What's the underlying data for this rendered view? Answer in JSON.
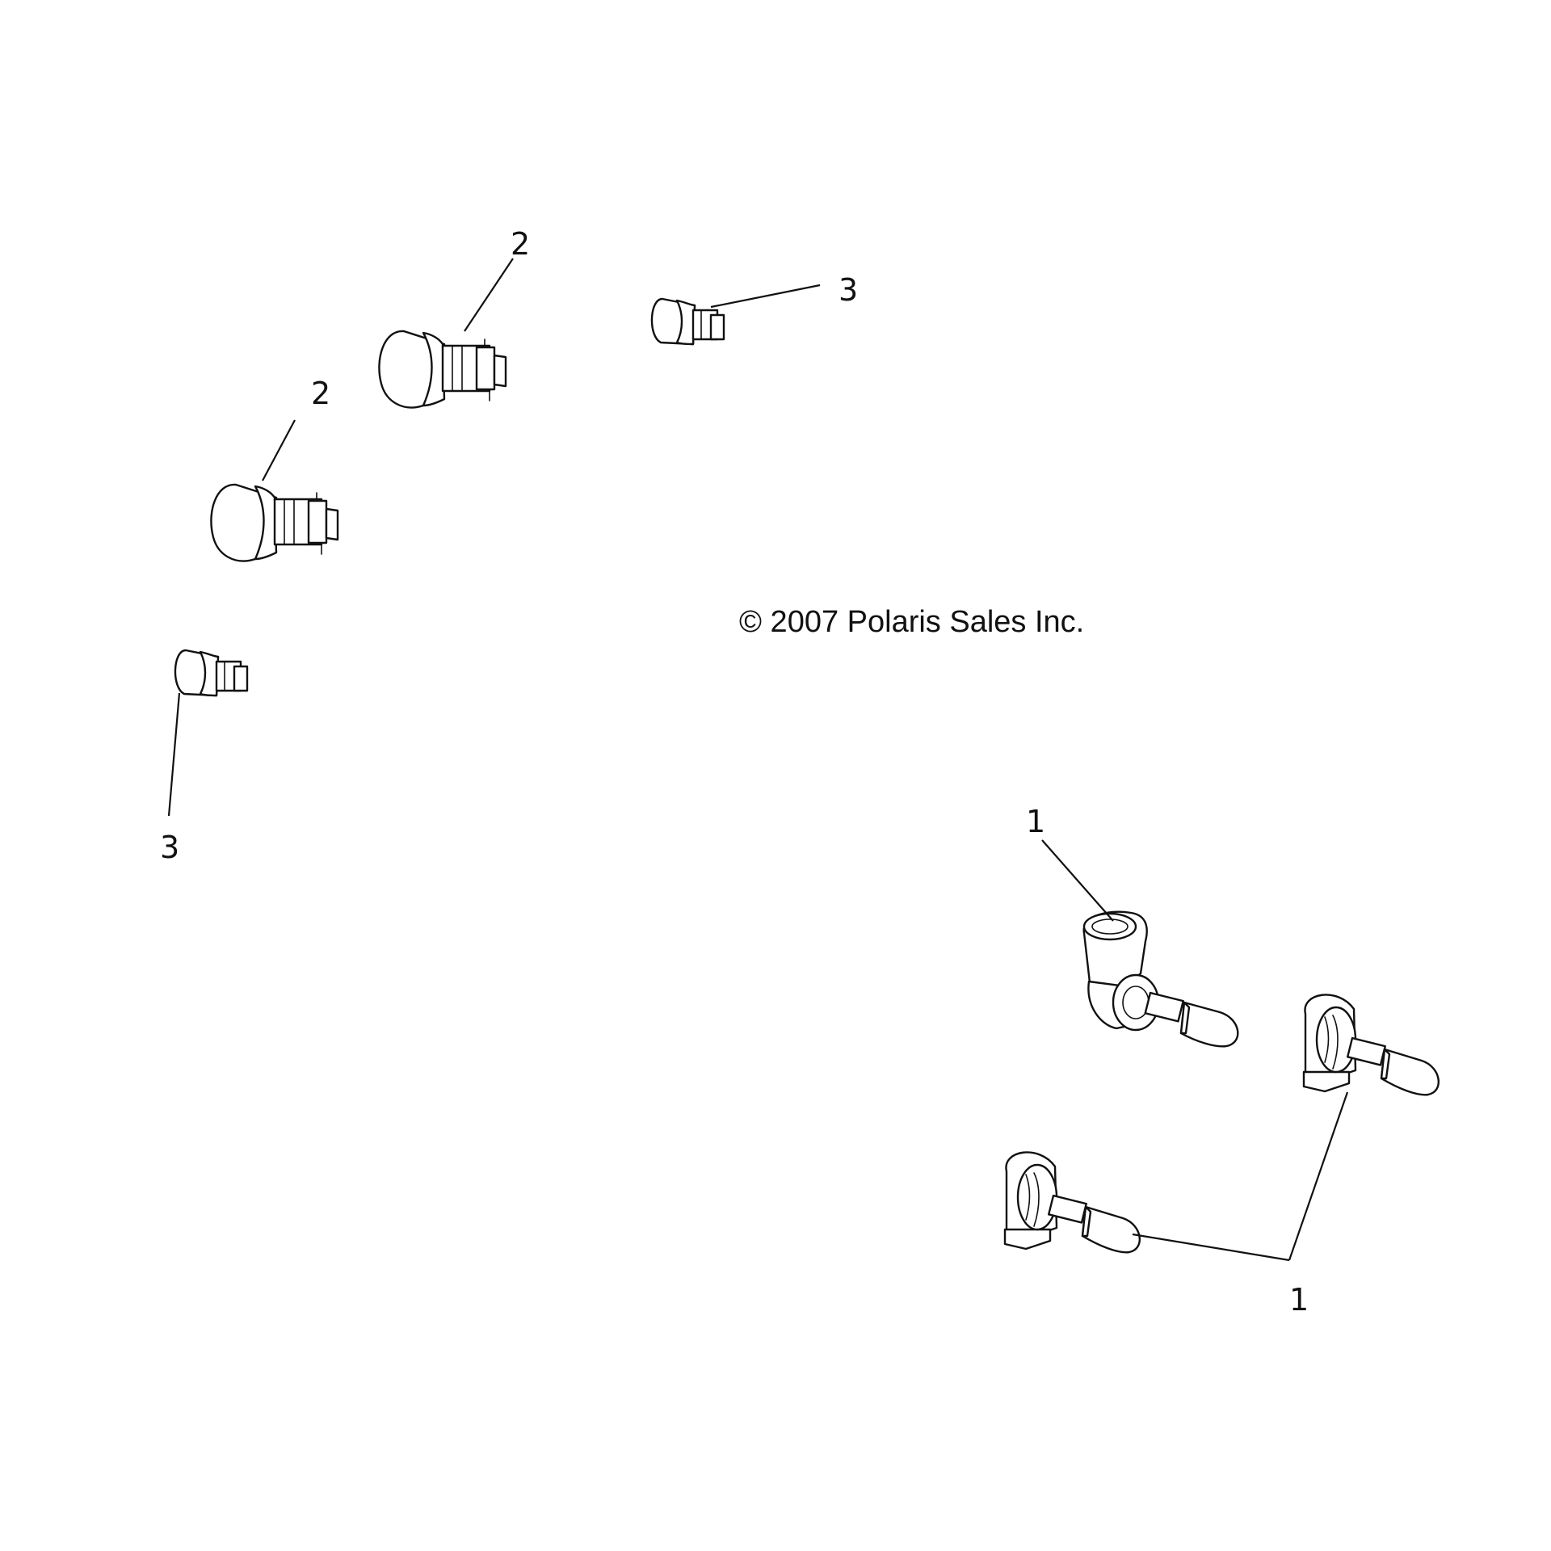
{
  "copyright": "© 2007 Polaris Sales Inc.",
  "callouts": [
    {
      "id": "2a",
      "text": "2"
    },
    {
      "id": "2b",
      "text": "2"
    },
    {
      "id": "3a",
      "text": "3"
    },
    {
      "id": "3b",
      "text": "3"
    },
    {
      "id": "1a",
      "text": "1"
    },
    {
      "id": "1b",
      "text": "1"
    }
  ]
}
